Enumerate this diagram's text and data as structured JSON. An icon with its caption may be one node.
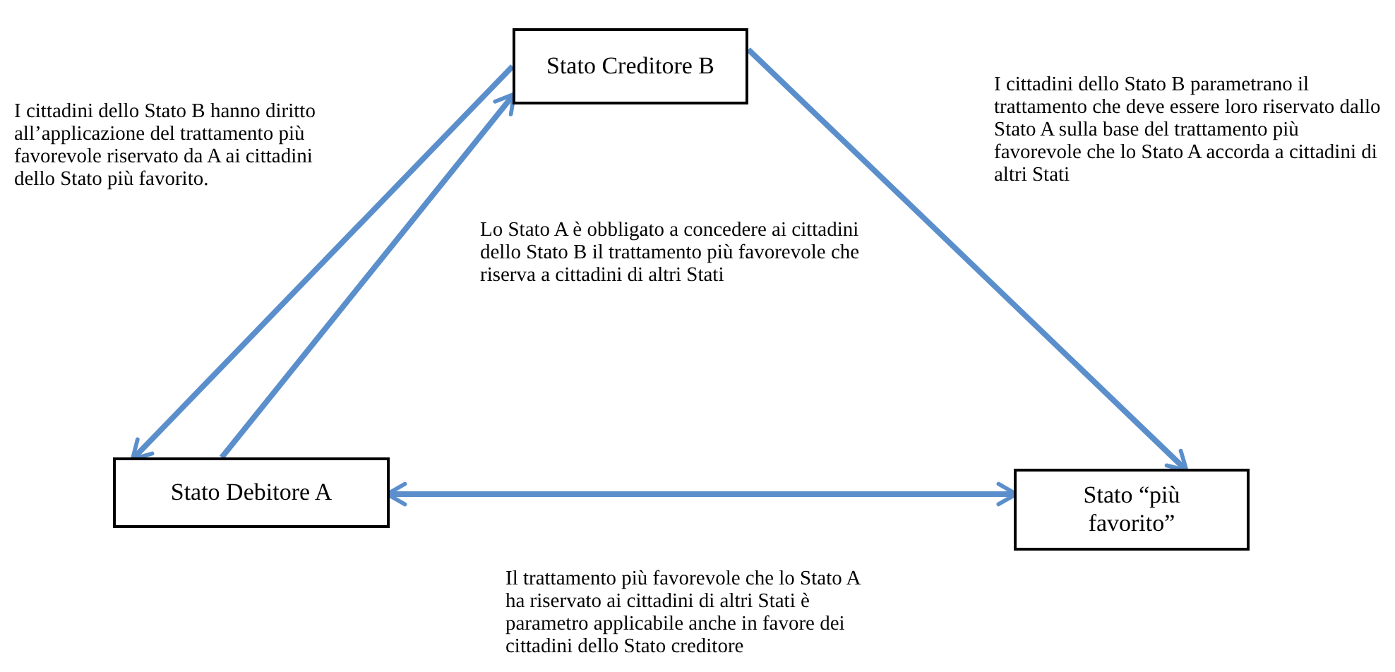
{
  "diagram": {
    "nodes": [
      {
        "text": [
          "Stato Creditore B"
        ]
      },
      {
        "text": [
          "Stato Debitore A"
        ]
      },
      {
        "text": [
          "Stato “più favorito”"
        ]
      }
    ],
    "edges": [
      {
        "from": 0,
        "to": 1,
        "arrow": "to"
      },
      {
        "from": 1,
        "to": 0,
        "arrow": "to"
      },
      {
        "from": 0,
        "to": 2,
        "arrow": "to"
      },
      {
        "from": 1,
        "to": 2,
        "arrow": "both"
      }
    ],
    "labels": [
      "I cittadini dello Stato B hanno diritto all’applicazione del trattamento più favorevole riservato da A ai cittadini dello Stato più favorito.",
      "I cittadini dello Stato B parametrano il trattamento che deve essere loro riservato dallo Stato A sulla base del trattamento più favorevole che lo Stato A accorda a cittadini di altri Stati",
      "Lo Stato A è obbligato a concedere ai cittadini dello Stato B il trattamento più favorevole che riserva a cittadini di altri Stati",
      "Il trattamento più favorevole che lo Stato A ha riservato ai cittadini di altri Stati è parametro applicabile anche in favore dei cittadini dello Stato creditore"
    ]
  }
}
